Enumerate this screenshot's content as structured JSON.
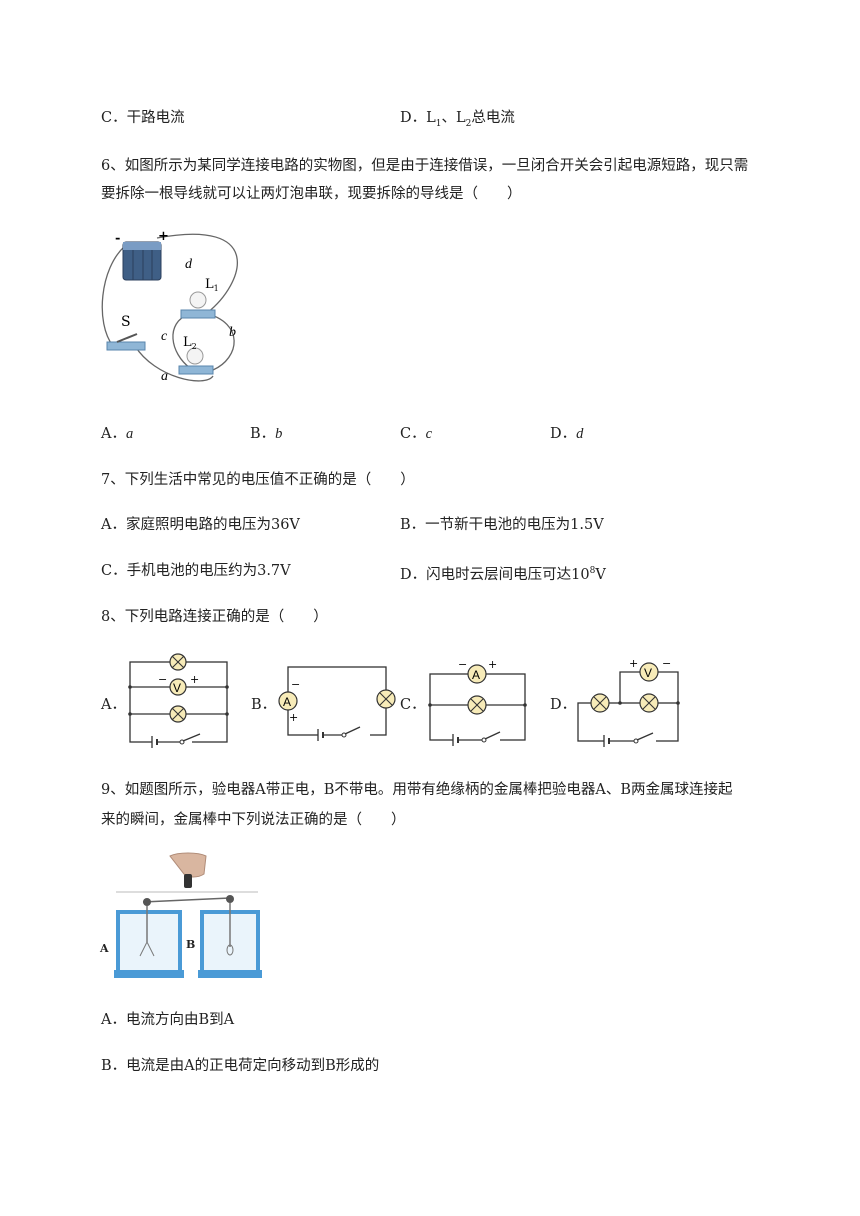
{
  "q5": {
    "optC": "C．干路电流",
    "optD_prefix": "D．L",
    "optD_sub1": "1",
    "optD_sep": "、L",
    "optD_sub2": "2",
    "optD_suffix": "总电流"
  },
  "q6": {
    "line1": "6、如图所示为某同学连接电路的实物图，但是由于连接借误，一旦闭合开关会引起电源短路，现只需",
    "line2": "要拆除一根导线就可以让两灯泡串联，现要拆除的导线是（　　）",
    "fig": {
      "minus": "-",
      "plus": "+",
      "d": "d",
      "L1": "L",
      "L1sub": "1",
      "S": "S",
      "c": "c",
      "b": "b",
      "L2": "L",
      "L2sub": "2",
      "a": "a"
    },
    "options": [
      {
        "prefix": "A．",
        "val": "a"
      },
      {
        "prefix": "B．",
        "val": "b"
      },
      {
        "prefix": "C．",
        "val": "c"
      },
      {
        "prefix": "D．",
        "val": "d"
      }
    ]
  },
  "q7": {
    "stem": "7、下列生活中常见的电压值不正确的是（　　）",
    "optA": "A．家庭照明电路的电压为36V",
    "optB": "B．一节新干电池的电压为1.5V",
    "optC": "C．手机电池的电压约为3.7V",
    "optD_prefix": "D．闪电时云层间电压可达10",
    "optD_sup": "8",
    "optD_suffix": "V"
  },
  "q8": {
    "stem": "8、下列电路连接正确的是（　　）",
    "labels": [
      "A．",
      "B．",
      "C．",
      "D．"
    ],
    "V": "V",
    "A": "A",
    "minus": "−",
    "plus": "+"
  },
  "q9": {
    "line1": "9、如题图所示，验电器A带正电，B不带电。用带有绝缘柄的金属棒把验电器A、B两金属球连接起",
    "line2": "来的瞬间，金属棒中下列说法正确的是（　　）",
    "figA": "A",
    "figB": "B",
    "optA": "A．电流方向由B到A",
    "optB": "B．电流是由A的正电荷定向移动到B形成的"
  }
}
